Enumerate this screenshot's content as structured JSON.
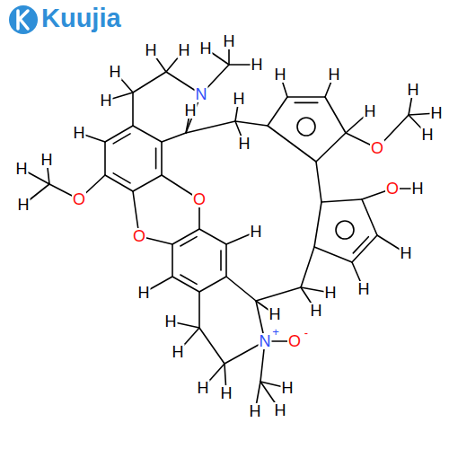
{
  "diagram": {
    "labels": [
      "Kuujia",
      "H",
      "H",
      "H",
      "H",
      "H",
      "H",
      "H",
      "N",
      "H",
      "H",
      "H",
      "H",
      "O",
      "H",
      "H",
      "H",
      "O",
      "O",
      "H",
      "H",
      "H",
      "O",
      "H",
      "H",
      "H",
      "O",
      "H",
      "H",
      "H",
      "H",
      "H",
      "H",
      "H",
      "H",
      "H",
      "N",
      "+",
      "O",
      "-",
      "H",
      "H",
      "H",
      "H",
      "H",
      "H"
    ]
  }
}
